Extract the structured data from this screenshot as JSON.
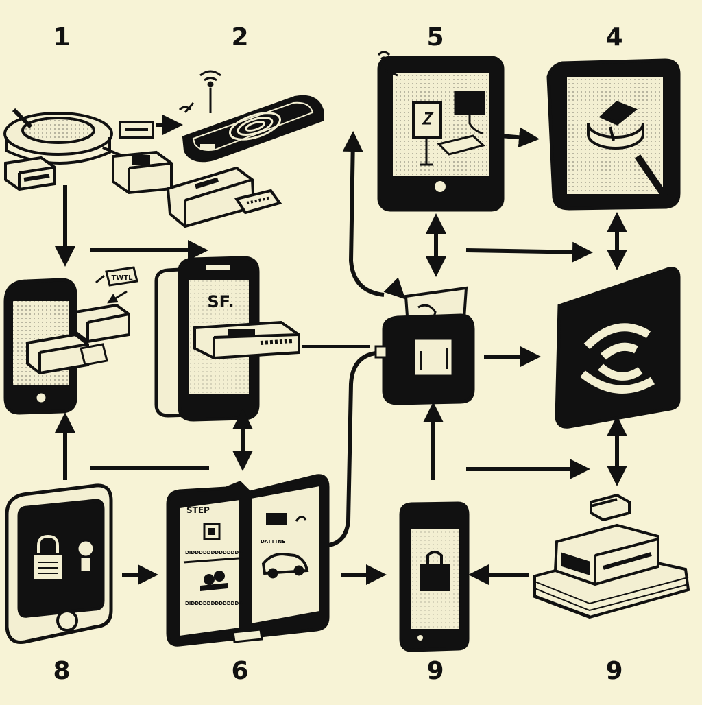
{
  "steps": [
    {
      "number": "1"
    },
    {
      "number": "2"
    },
    {
      "number": "5"
    },
    {
      "number": "4"
    },
    {
      "number": "8"
    },
    {
      "number": "6"
    },
    {
      "number": "9"
    },
    {
      "number": "9"
    }
  ],
  "labels": {
    "tag": "TWTL",
    "phone_screen": "SF.",
    "book_heading": "STEP",
    "book_caption": "DATTTNE",
    "book_text_a": "DIDDDDDDDDDDDDD",
    "book_text_b": "DIDDDDDDDDDDDDD"
  },
  "colors": {
    "background": "#f7f3d6",
    "ink": "#111111",
    "paper": "#f3efd2"
  }
}
